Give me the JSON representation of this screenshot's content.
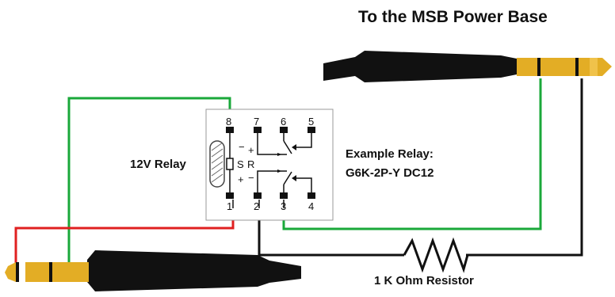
{
  "title": "To the MSB Power Base",
  "relay_label": "12V Relay",
  "example_line1": "Example Relay:",
  "example_line2": "G6K-2P-Y DC12",
  "resistor_label": "1 K Ohm Resistor",
  "pins": {
    "p8": "8",
    "p7": "7",
    "p6": "6",
    "p5": "5",
    "p1": "1",
    "p2": "2",
    "p3": "3",
    "p4": "4"
  },
  "coil": {
    "s": "S",
    "r": "R",
    "plus": "+",
    "minus": "−"
  },
  "colors": {
    "green_wire": "#1aa83a",
    "red_wire": "#e02020",
    "black_wire": "#111111",
    "plug_gold": "#e3ad25",
    "plug_body": "#111111",
    "relay_border": "#999999"
  }
}
